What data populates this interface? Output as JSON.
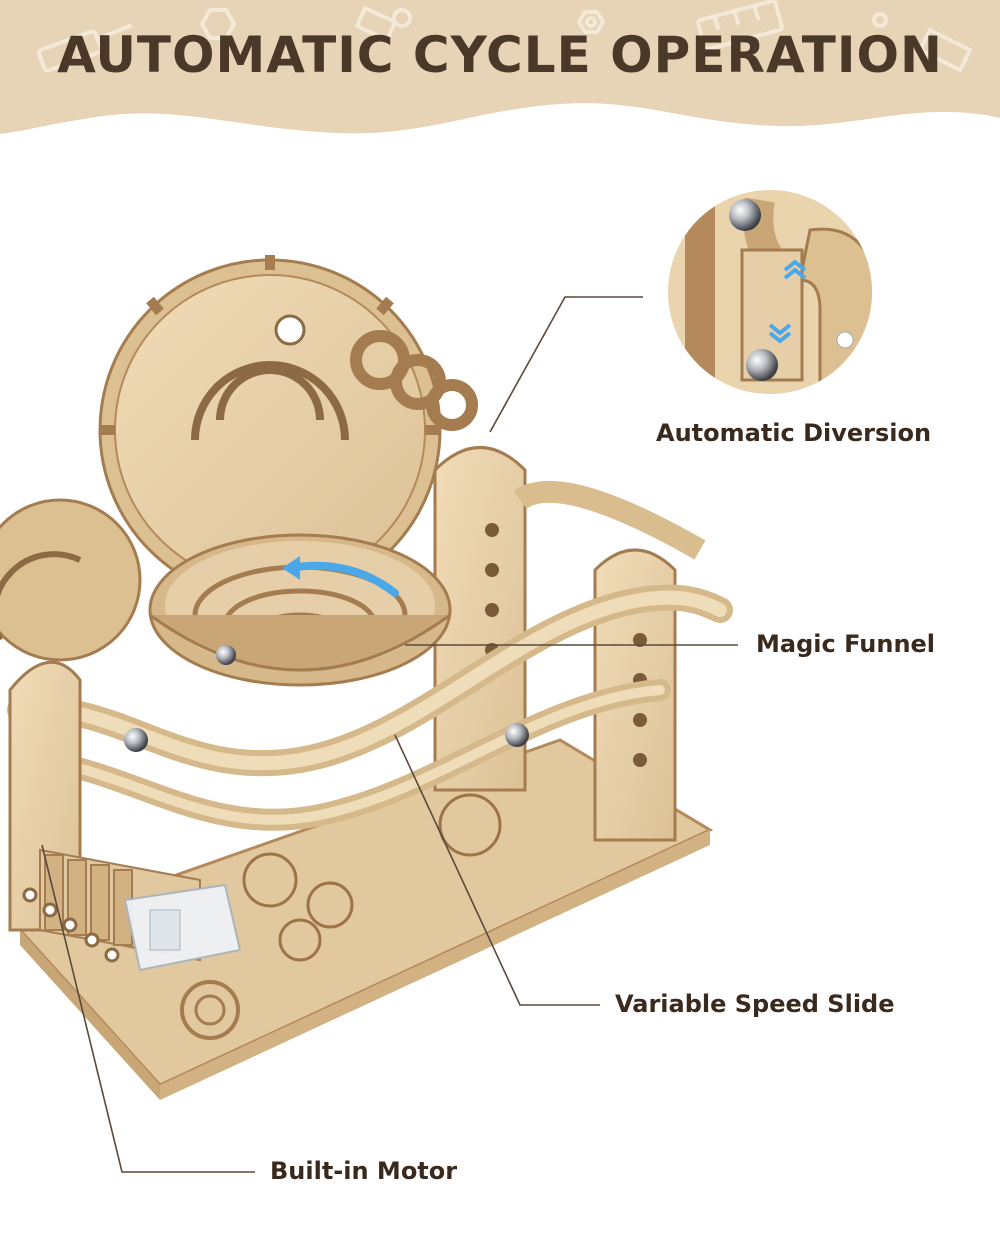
{
  "banner": {
    "title": "AUTOMATIC CYCLE OPERATION",
    "background_color": "#e7d3b6",
    "icon_color": "#f4ead9"
  },
  "callouts": [
    {
      "id": "automatic-diversion",
      "label": "Automatic Diversion"
    },
    {
      "id": "magic-funnel",
      "label": "Magic Funnel"
    },
    {
      "id": "variable-speed-slide",
      "label": "Variable Speed Slide"
    },
    {
      "id": "built-in-motor",
      "label": "Built-in Motor"
    }
  ],
  "colors": {
    "text": "#3a2a1e",
    "title": "#4a3828",
    "wood": "#e6cfa8",
    "wood_edge": "#b48a5c",
    "line": "#5a4a3c",
    "arrow": "#4aa8e8"
  },
  "icons": [
    "screwdriver-icon",
    "wrench-icon",
    "bolt-icon",
    "nut-icon",
    "ruler-icon",
    "pliers-icon"
  ]
}
